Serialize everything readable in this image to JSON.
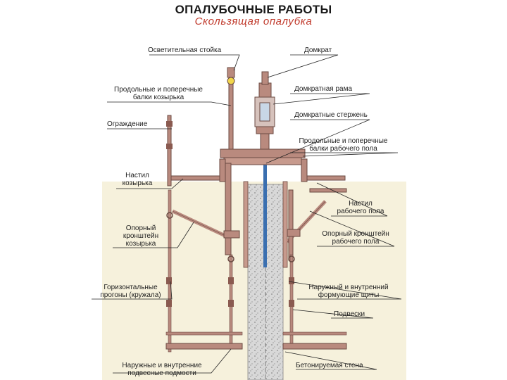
{
  "title": "ОПАЛУБОЧНЫЕ РАБОТЫ",
  "subtitle": "Скользящая  опалубка",
  "labels": {
    "light_post": "Осветительная  стойка",
    "jack": "Домкрат",
    "canopy_beams_1": "Продольные  и  поперечные",
    "canopy_beams_2": "балки  козырька",
    "jack_frame": "Домкратная  рама",
    "fence": "Ограждение",
    "jack_rods": "Домкратные  стержень",
    "deck_beams_1": "Продольные  и  поперечные",
    "deck_beams_2": "балки  рабочего  пола",
    "canopy_deck_1": "Настил",
    "canopy_deck_2": "козырька",
    "work_deck_1": "Настил",
    "work_deck_2": "рабочего  пола",
    "canopy_bracket_1": "Опорный",
    "canopy_bracket_2": "кронштейн",
    "canopy_bracket_3": "козырька",
    "deck_bracket_1": "Опорный  кронштейн",
    "deck_bracket_2": "рабочего  пола",
    "walers_1": "Горизонтальные",
    "walers_2": "прогоны  (кружала)",
    "form_shields_1": "Наружный  и  внутренний",
    "form_shields_2": "формующие  щиты",
    "hangers": "Подвески",
    "scaffolds_1": "Наружные  и  внутренние",
    "scaffolds_2": "подвесные  подмости",
    "concrete_wall": "Бетонируемая  стена"
  },
  "colors": {
    "title": "#1a1a1a",
    "subtitle": "#c0392b",
    "steel": "#b98a7e",
    "steel_dark": "#6b4a42",
    "concrete": "#d4d4d4",
    "rod_blue": "#3a6fb0",
    "leader": "#222222",
    "background_lower": "#f6f1dc"
  }
}
